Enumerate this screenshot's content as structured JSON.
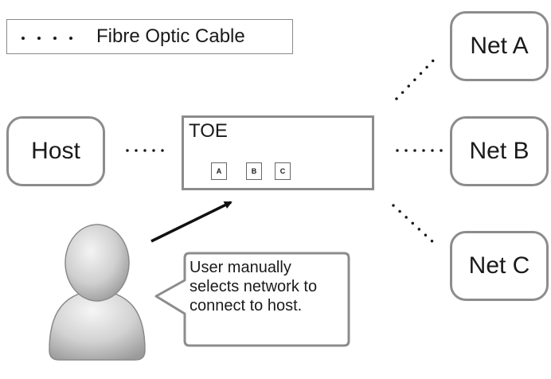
{
  "legend": {
    "label": "Fibre Optic Cable"
  },
  "nodes": {
    "host": "Host",
    "toe": "TOE",
    "net_a": "Net A",
    "net_b": "Net B",
    "net_c": "Net C"
  },
  "toe_ports": [
    "A",
    "B",
    "C"
  ],
  "speech": {
    "line1": "User manually",
    "line2": "selects network to",
    "line3": "connect to host."
  },
  "colors": {
    "border": "#8c8c8c",
    "text": "#1a1a1a",
    "dots": "#1a1a1a"
  }
}
